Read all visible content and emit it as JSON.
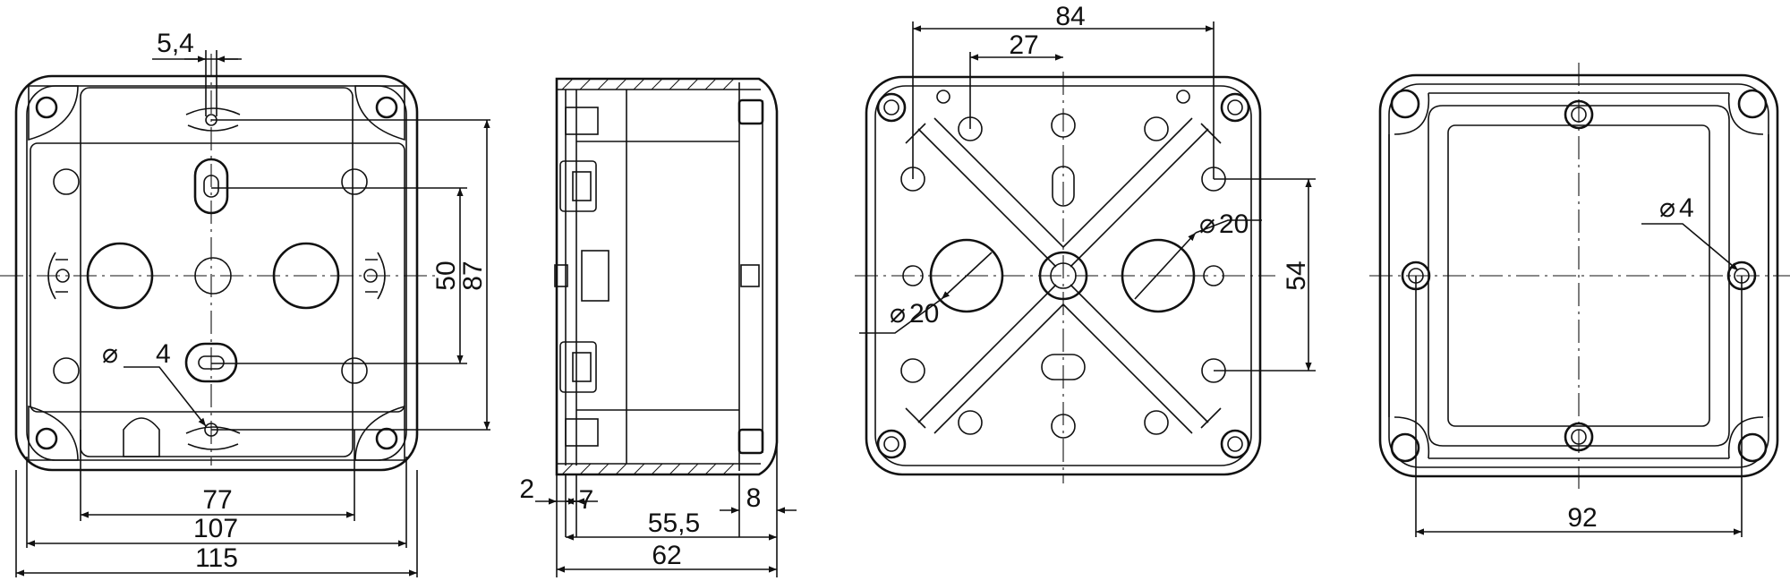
{
  "views": {
    "front_view": {
      "dims": {
        "width_outer": "115",
        "width_body": "107",
        "hole_spacing": "77",
        "height_87": "87",
        "height_50": "50",
        "slot_width": "5,4",
        "hole_diameter": "4"
      }
    },
    "side_view": {
      "dims": {
        "wall": "2",
        "inset": "7",
        "lid": "8",
        "depth_inner": "55,5",
        "depth_total": "62"
      }
    },
    "back_view": {
      "dims": {
        "span_84": "84",
        "span_27": "27",
        "height_54": "54",
        "knockout_left": "20",
        "knockout_right": "20"
      }
    },
    "lid_view": {
      "dims": {
        "span_92": "92",
        "hole_diameter": "4"
      }
    }
  },
  "symbols": {
    "diameter": "⌀"
  }
}
